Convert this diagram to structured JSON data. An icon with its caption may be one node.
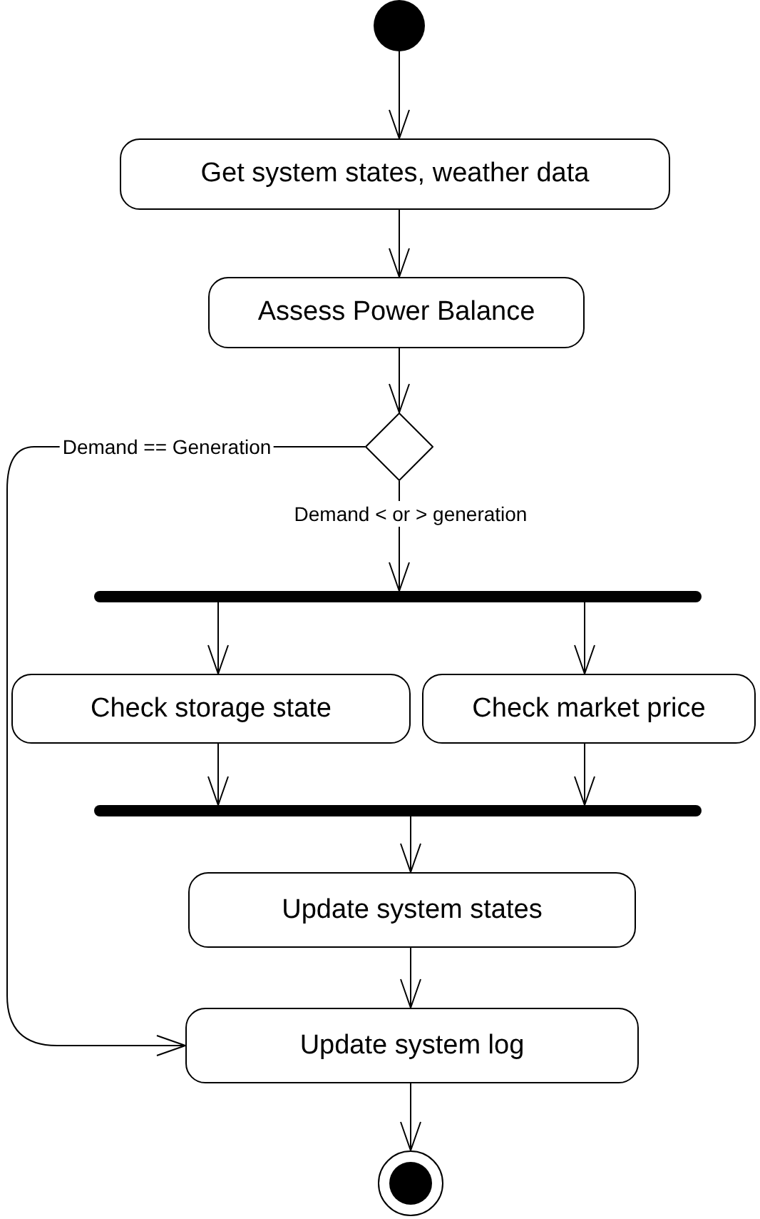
{
  "diagram": {
    "nodes": [
      {
        "text": [],
        "shape": "circle"
      },
      {
        "text": [
          "Get system states, weather data"
        ]
      },
      {
        "text": [
          "Assess Power Balance"
        ]
      },
      {
        "text": [],
        "shape": "diamond"
      },
      {
        "text": [],
        "shape": "bar"
      },
      {
        "text": [
          "Check storage state"
        ]
      },
      {
        "text": [
          "Check market price"
        ]
      },
      {
        "text": [],
        "shape": "bar"
      },
      {
        "text": [
          "Update system states"
        ]
      },
      {
        "text": [
          "Update system log"
        ]
      },
      {
        "text": [],
        "shape": "bullseye"
      }
    ],
    "edges": [
      {
        "from": 0,
        "to": 1,
        "arrow": "to"
      },
      {
        "from": 1,
        "to": 2,
        "arrow": "to"
      },
      {
        "from": 2,
        "to": 3,
        "arrow": "to"
      },
      {
        "from": 3,
        "to": 9,
        "arrow": "to",
        "label": "Demand == Generation"
      },
      {
        "from": 3,
        "to": 4,
        "arrow": "to",
        "label": "Demand < or > generation"
      },
      {
        "from": 4,
        "to": 5,
        "arrow": "to"
      },
      {
        "from": 4,
        "to": 6,
        "arrow": "to"
      },
      {
        "from": 5,
        "to": 7,
        "arrow": "to"
      },
      {
        "from": 6,
        "to": 7,
        "arrow": "to"
      },
      {
        "from": 7,
        "to": 8,
        "arrow": "to"
      },
      {
        "from": 8,
        "to": 9,
        "arrow": "to"
      },
      {
        "from": 9,
        "to": 10,
        "arrow": "to"
      }
    ]
  }
}
